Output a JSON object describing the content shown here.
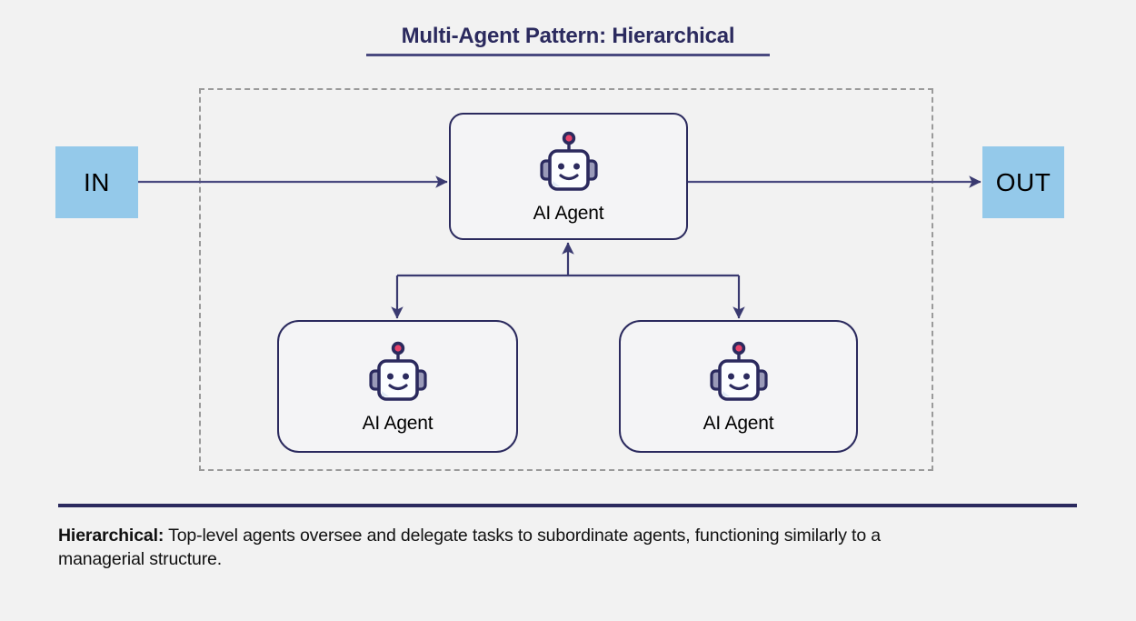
{
  "page": {
    "background_color": "#f2f2f2",
    "title": "Multi-Agent Pattern: Hierarchical",
    "title_color": "#2b2a5e",
    "accent_color": "#2b2a5e",
    "io_fill_color": "#94c9ea",
    "group_border_color": "#9a9a9a"
  },
  "flow": {
    "input_label": "IN",
    "output_label": "OUT"
  },
  "agents": {
    "root": {
      "label": "AI Agent",
      "icon": "robot-icon"
    },
    "children": [
      {
        "label": "AI Agent",
        "icon": "robot-icon"
      },
      {
        "label": "AI Agent",
        "icon": "robot-icon"
      }
    ]
  },
  "footer": {
    "term": "Hierarchical:",
    "description": " Top-level agents oversee and delegate tasks to subordinate agents, functioning similarly to a managerial structure."
  }
}
